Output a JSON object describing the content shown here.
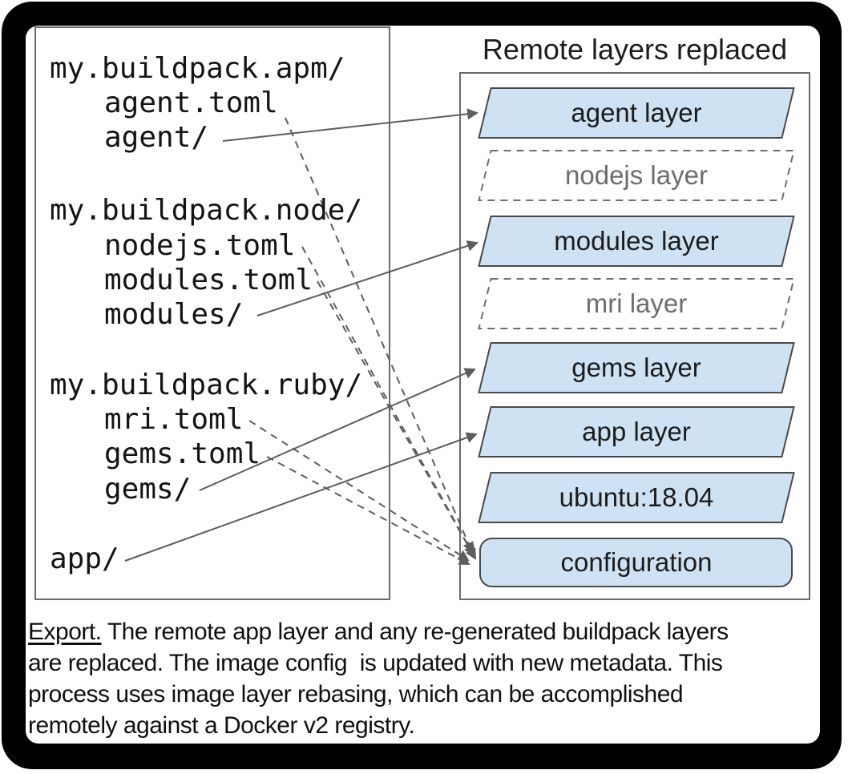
{
  "title": "Remote layers replaced",
  "left_panel": {
    "lines": [
      {
        "text": "my.buildpack.apm/",
        "indent": 0
      },
      {
        "text": "agent.toml",
        "indent": 1
      },
      {
        "text": "agent/",
        "indent": 1
      },
      {
        "text": "my.buildpack.node/",
        "indent": 0
      },
      {
        "text": "nodejs.toml",
        "indent": 1
      },
      {
        "text": "modules.toml",
        "indent": 1
      },
      {
        "text": "modules/",
        "indent": 1
      },
      {
        "text": "my.buildpack.ruby/",
        "indent": 0
      },
      {
        "text": "mri.toml",
        "indent": 1
      },
      {
        "text": "gems.toml",
        "indent": 1
      },
      {
        "text": "gems/",
        "indent": 1
      },
      {
        "text": "app/",
        "indent": 0
      }
    ]
  },
  "layers": [
    {
      "label": "agent layer",
      "variant": "filled"
    },
    {
      "label": "nodejs layer",
      "variant": "ghost"
    },
    {
      "label": "modules layer",
      "variant": "filled"
    },
    {
      "label": "mri layer",
      "variant": "ghost"
    },
    {
      "label": "gems layer",
      "variant": "filled"
    },
    {
      "label": "app layer",
      "variant": "filled"
    },
    {
      "label": "ubuntu:18.04",
      "variant": "filled"
    },
    {
      "label": "configuration",
      "variant": "filled-rounded"
    }
  ],
  "connections": [
    {
      "from": "agent/",
      "to": "agent layer",
      "style": "solid"
    },
    {
      "from": "modules/",
      "to": "modules layer",
      "style": "solid"
    },
    {
      "from": "gems/",
      "to": "gems layer",
      "style": "solid"
    },
    {
      "from": "app/",
      "to": "app layer",
      "style": "solid"
    },
    {
      "from": "agent.toml",
      "to": "configuration",
      "style": "dashed"
    },
    {
      "from": "nodejs.toml",
      "to": "configuration",
      "style": "dashed"
    },
    {
      "from": "modules.toml",
      "to": "configuration",
      "style": "dashed"
    },
    {
      "from": "mri.toml",
      "to": "configuration",
      "style": "dashed"
    },
    {
      "from": "gems.toml",
      "to": "configuration",
      "style": "dashed"
    }
  ],
  "caption": {
    "lead": "Export.",
    "lines": [
      " The remote app layer and any re-generated buildpack layers",
      "are replaced. The image config  is updated with new metadata. This",
      "process uses image layer rebasing, which can be accomplished",
      "remotely against a Docker v2 registry."
    ]
  },
  "colors": {
    "layer_fill": "#cfe2f3",
    "layer_border": "#4a4a4a",
    "ghost_border": "#6d6d6d",
    "panel_border": "#6a6a6a",
    "arrow_gray": "#5d5d5d",
    "frame_black": "#000000"
  }
}
